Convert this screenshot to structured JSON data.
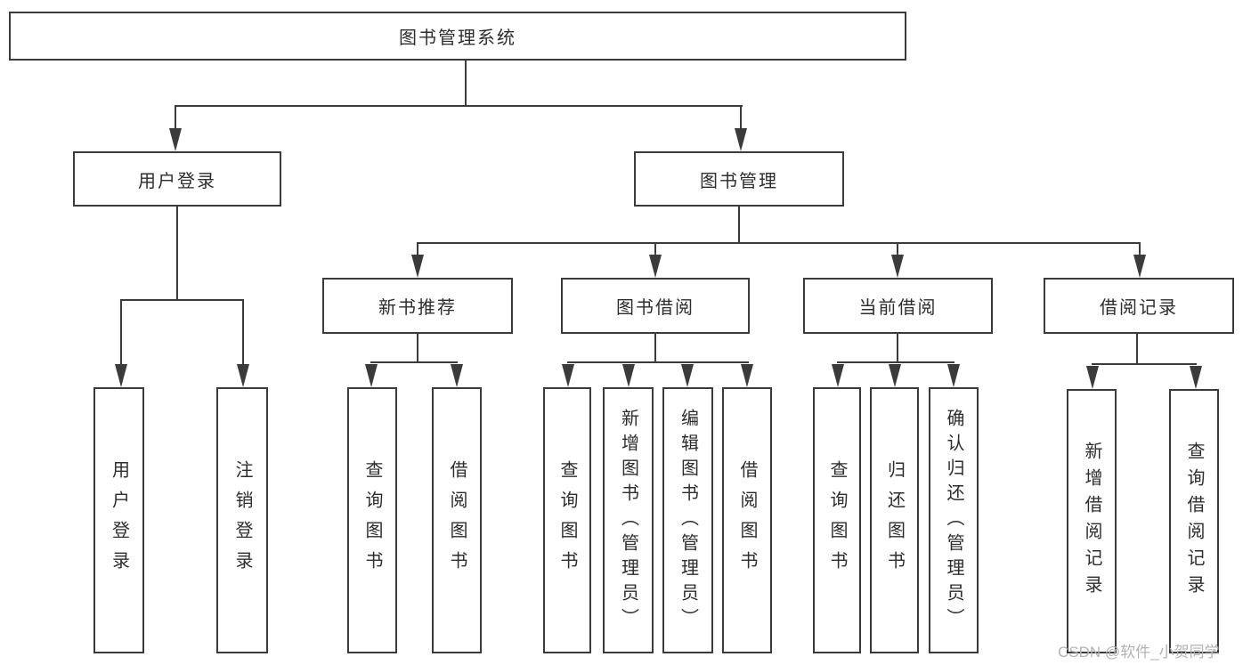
{
  "diagram": {
    "root": {
      "label": "图书管理系统"
    },
    "level2": [
      {
        "label": "用户登录"
      },
      {
        "label": "图书管理"
      }
    ],
    "level3": [
      {
        "label": "新书推荐"
      },
      {
        "label": "图书借阅"
      },
      {
        "label": "当前借阅"
      },
      {
        "label": "借阅记录"
      }
    ],
    "leaves": [
      {
        "label": "用户登录"
      },
      {
        "label": "注销登录"
      },
      {
        "label": "查询图书"
      },
      {
        "label": "借阅图书"
      },
      {
        "label": "查询图书"
      },
      {
        "label": "新增图书（管理员）"
      },
      {
        "label": "编辑图书（管理员）"
      },
      {
        "label": "借阅图书"
      },
      {
        "label": "查询图书"
      },
      {
        "label": "归还图书"
      },
      {
        "label": "确认归还（管理员）"
      },
      {
        "label": "新增借阅记录"
      },
      {
        "label": "查询借阅记录"
      }
    ],
    "watermark": "CSDN @软件_小贺同学",
    "colors": {
      "line": "#3b3b3b",
      "text": "#2d2d2d",
      "watermark": "#b3b3b3",
      "background": "#ffffff"
    }
  }
}
